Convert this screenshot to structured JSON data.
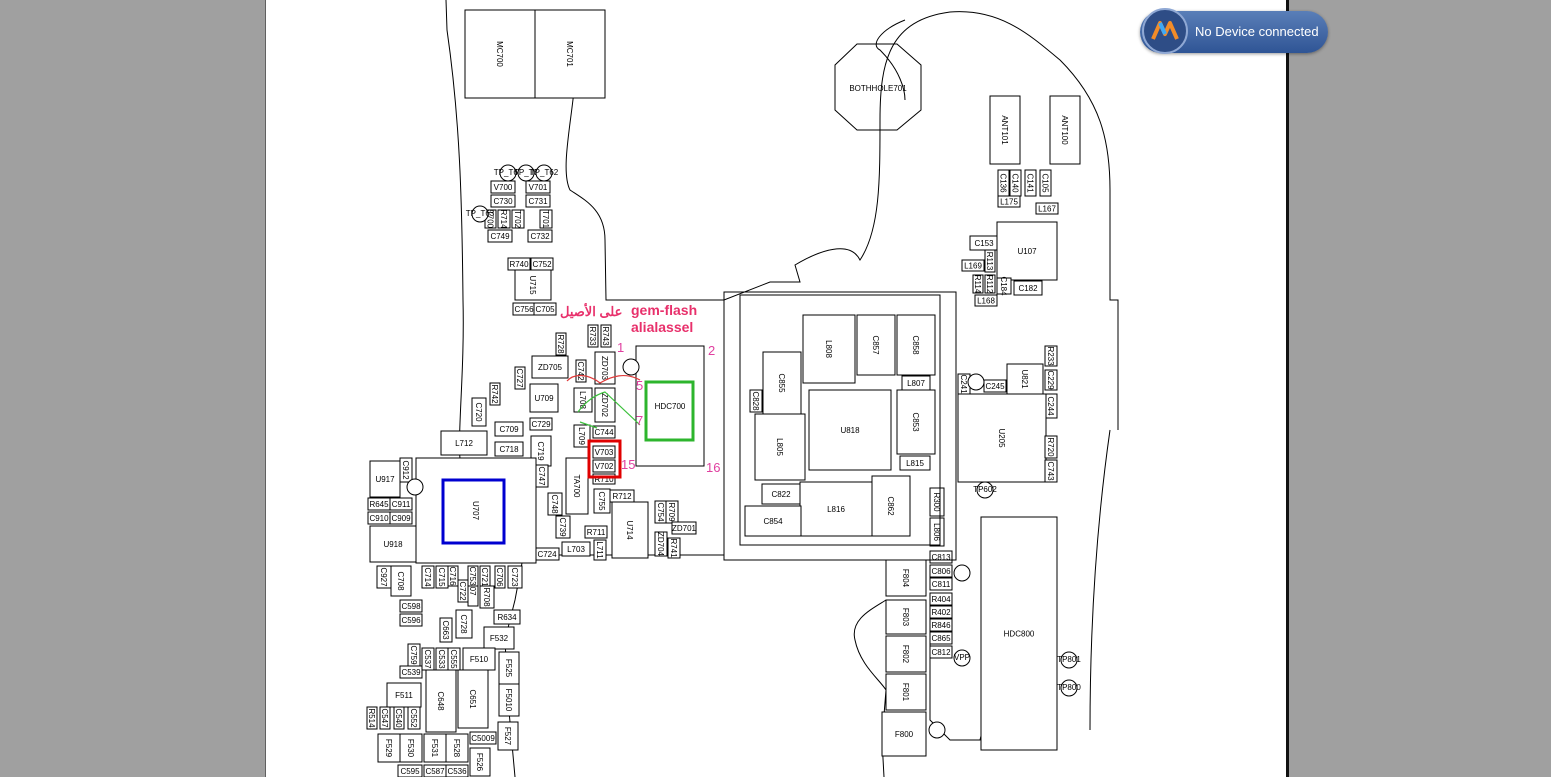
{
  "badge": {
    "status_text": "No Device connected"
  },
  "annotations": {
    "arabic_label": "على الأصيل",
    "brand_line1": "gem-flash",
    "brand_line2": "alialassel",
    "pin_labels": [
      "1",
      "2",
      "5",
      "7",
      "15",
      "16"
    ]
  },
  "colors": {
    "annotation_pink": "#e8306b",
    "pin_pink": "#e040a0",
    "highlight_green": "#2db52d",
    "highlight_red": "#e00000",
    "highlight_blue": "#0000d0",
    "board_line": "#000000"
  },
  "components": [
    "MC700",
    "MC701",
    "BOTHHOLE701",
    "ANT101",
    "ANT100",
    "C736",
    "V700",
    "V701",
    "C730",
    "C731",
    "T700",
    "T702",
    "T701",
    "R714",
    "C749",
    "C732",
    "TP_T64",
    "TP_T6",
    "TP_T62",
    "TP_T63",
    "C136",
    "C140",
    "C141",
    "C105",
    "L175",
    "L167",
    "C153",
    "U107",
    "L169",
    "R113",
    "R114",
    "R112",
    "C184",
    "C182",
    "L168",
    "R740",
    "C752",
    "U715",
    "C756",
    "C705",
    "R733",
    "R743",
    "R728",
    "C742",
    "ZD705",
    "ZD703",
    "ZD702",
    "L708",
    "HDC700",
    "C727",
    "U709",
    "R742",
    "C729",
    "C744",
    "L709",
    "C720",
    "C709",
    "L712",
    "C718",
    "C719",
    "V703",
    "V702",
    "R710",
    "C747",
    "TA700",
    "R712",
    "C755",
    "C748",
    "C739",
    "R711",
    "L703",
    "L711",
    "U714",
    "C754",
    "R709",
    "ZD701",
    "ZD704",
    "R741",
    "C724",
    "U917",
    "C912",
    "R645",
    "C911",
    "C910",
    "C909",
    "U707",
    "U918",
    "C927",
    "C708",
    "C714",
    "C715",
    "C716",
    "C722",
    "C707",
    "C753",
    "C721",
    "R708",
    "C706",
    "C723",
    "C598",
    "C596",
    "R634",
    "C663",
    "C728",
    "F532",
    "C759",
    "C537",
    "C533",
    "C555",
    "F510",
    "F525",
    "C539",
    "F511",
    "C648",
    "C651",
    "F5010",
    "R514",
    "C547",
    "C540",
    "C552",
    "C5009",
    "F527",
    "F529",
    "F530",
    "F531",
    "F528",
    "F526",
    "C595",
    "C587",
    "C536",
    "L808",
    "C857",
    "C858",
    "C855",
    "L807",
    "C828",
    "U818",
    "C853",
    "L805",
    "L815",
    "C822",
    "L816",
    "C862",
    "C854",
    "C241",
    "C245",
    "U821",
    "R233",
    "C229",
    "C244",
    "U205",
    "R720",
    "C743",
    "TP602",
    "R300",
    "L806",
    "C813",
    "C806",
    "C811",
    "F804",
    "R404",
    "F803",
    "R402",
    "R846",
    "C865",
    "C812",
    "F802",
    "VPP",
    "F801",
    "F800",
    "HDC800",
    "TP801",
    "TP800"
  ]
}
